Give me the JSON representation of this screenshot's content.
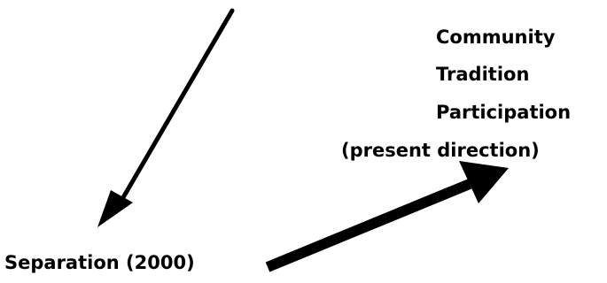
{
  "labels": {
    "community": "Community",
    "tradition": "Tradition",
    "participation": "Participation",
    "present_direction": "(present direction)",
    "separation": "Separation (2000)"
  },
  "colors": {
    "ink": "#000000",
    "background": "#ffffff"
  }
}
